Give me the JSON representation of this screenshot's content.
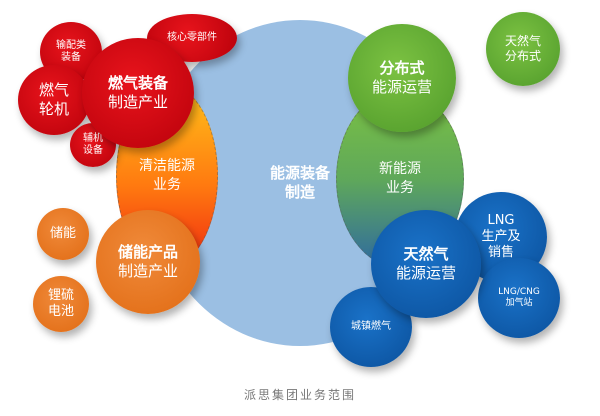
{
  "center": {
    "line1": "能源装备",
    "line2": "制造"
  },
  "clean_energy": {
    "line1": "清洁能源",
    "line2": "业务"
  },
  "new_energy": {
    "line1": "新能源",
    "line2": "业务"
  },
  "gas_equipment": {
    "line1": "燃气装备",
    "line2": "制造产业",
    "subs": [
      {
        "text": "核心零部件"
      },
      {
        "line1": "输配类",
        "line2": "装备"
      },
      {
        "line1": "燃气",
        "line2": "轮机"
      },
      {
        "line1": "辅机",
        "line2": "设备"
      }
    ]
  },
  "distributed": {
    "line1": "分布式",
    "line2": "能源运营",
    "sub": {
      "line1": "天然气",
      "line2": "分布式"
    }
  },
  "storage": {
    "line1": "储能产品",
    "line2": "制造产业",
    "subs": [
      {
        "text": "储能"
      },
      {
        "line1": "锂硫",
        "line2": "电池"
      }
    ]
  },
  "natural_gas": {
    "line1": "天然气",
    "line2": "能源运营",
    "subs": [
      {
        "line1": "LNG",
        "line2": "生产及",
        "line3": "销售"
      },
      {
        "line1": "LNG/CNG",
        "line2": "加气站"
      },
      {
        "text": "城镇燃气"
      }
    ]
  },
  "caption": "派思集团业务范围",
  "colors": {
    "red": "#d7000f",
    "green": "#6ab33a",
    "orange": "#ea7a26",
    "blue": "#1262b4",
    "center": "#9bbfe3"
  }
}
